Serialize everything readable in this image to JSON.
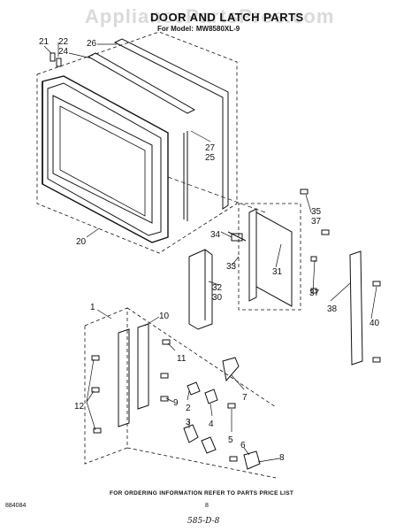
{
  "watermark": "AppliancePartsPros.com",
  "title": "DOOR AND LATCH PARTS",
  "model_label": "For Model:",
  "model_number": "MW8580XL-9",
  "footer_note": "FOR ORDERING INFORMATION REFER TO PARTS PRICE LIST",
  "doc_number": "884084",
  "page_number": "8",
  "handwritten_note": "585-D-8",
  "callouts": {
    "c21": "21",
    "c22": "22",
    "c24": "24",
    "c26": "26",
    "c27": "27",
    "c25": "25",
    "c20": "20",
    "c35": "35",
    "c37a": "37",
    "c34": "34",
    "c33": "33",
    "c31": "31",
    "c32": "32",
    "c30": "30",
    "c37b": "37",
    "c38": "38",
    "c40": "40",
    "c1": "1",
    "c10": "10",
    "c11": "11",
    "c12": "12",
    "c9": "9",
    "c2": "2",
    "c7": "7",
    "c4": "4",
    "c3": "3",
    "c5": "5",
    "c6": "6",
    "c8": "8"
  }
}
